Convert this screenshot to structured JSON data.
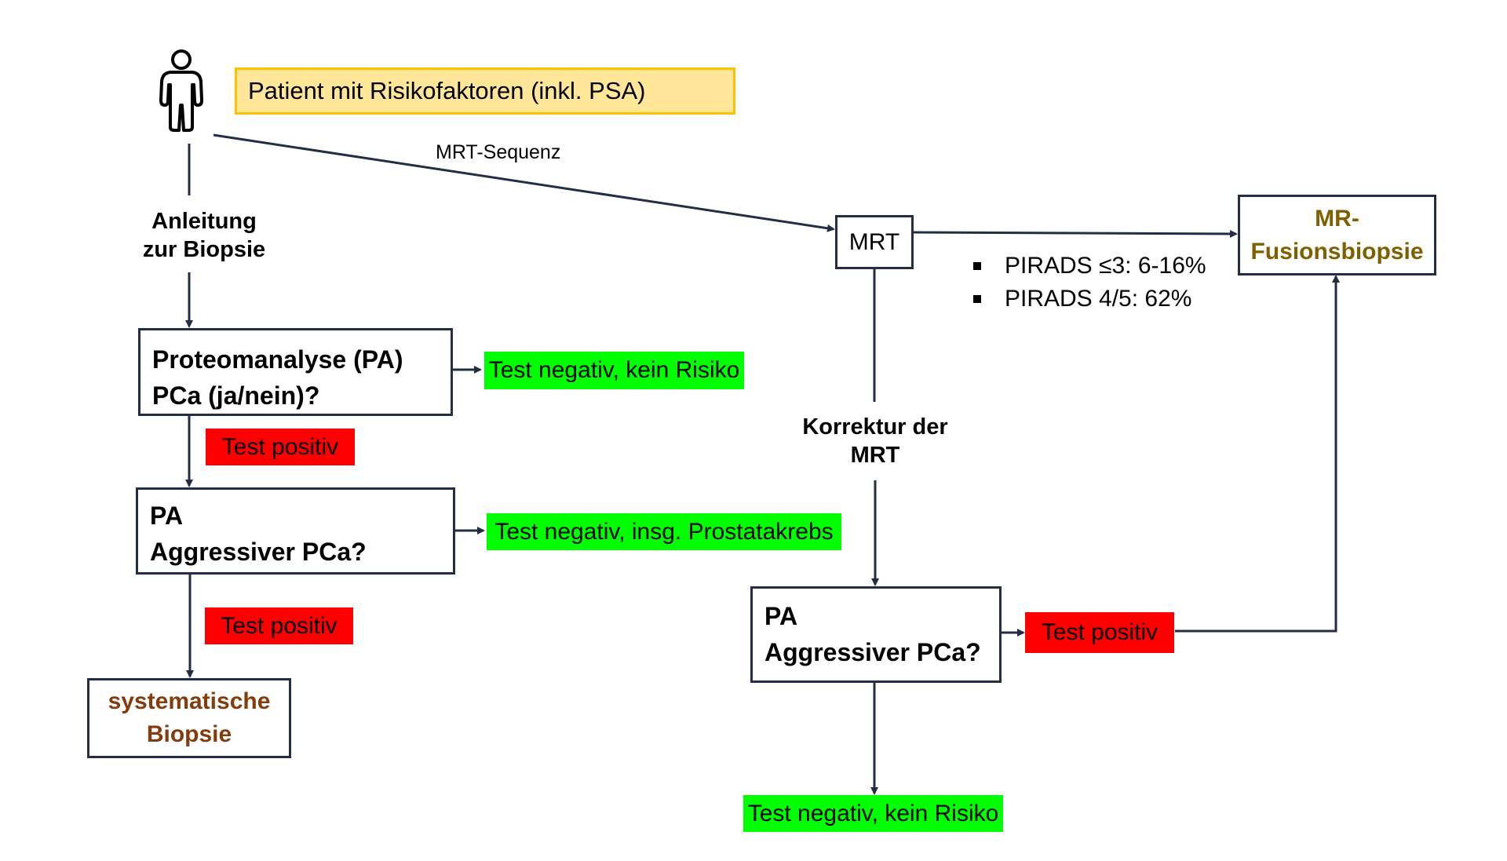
{
  "patient": {
    "icon": "person-icon",
    "label": "Patient mit Risikofaktoren (inkl. PSA)"
  },
  "edges": {
    "mrt_sequence_label": "MRT-Sequenz",
    "guidance_label_line1": "Anleitung",
    "guidance_label_line2": "zur Biopsie",
    "correction_label_line1": "Korrektur der",
    "correction_label_line2": "MRT"
  },
  "nodes": {
    "proteome_box": {
      "line1": "Proteomanalyse (PA)",
      "line2": "PCa (ja/nein)?"
    },
    "pa_aggressive_left": {
      "line1": "PA",
      "line2": "Aggressiver PCa?"
    },
    "systematic_biopsy": {
      "line1": "systematische",
      "line2": "Biopsie"
    },
    "mrt": {
      "label": "MRT"
    },
    "mr_fusion": {
      "line1": "MR-",
      "line2": "Fusionsbiopsie"
    },
    "pa_aggressive_right": {
      "line1": "PA",
      "line2": "Aggressiver PCa?"
    }
  },
  "outcomes": {
    "neg_no_risk_left": "Test negativ, kein Risiko",
    "pos_left_1": "Test positiv",
    "neg_insig_cancer": "Test negativ, insg. Prostatakrebs",
    "pos_left_2": "Test positiv",
    "pos_right": "Test positiv",
    "neg_no_risk_right": "Test negativ, kein Risiko"
  },
  "pirads": [
    {
      "label": "PIRADS ≤3: 6-16%"
    },
    {
      "label": "PIRADS 4/5: 62%"
    }
  ],
  "colors": {
    "line": "#232e44",
    "negative": "#00ff00",
    "positive": "#ff0000",
    "patient_fill": "#ffe699",
    "patient_border": "#ffc000",
    "systematic_text": "#843c0c",
    "fusion_text": "#7f6000"
  }
}
